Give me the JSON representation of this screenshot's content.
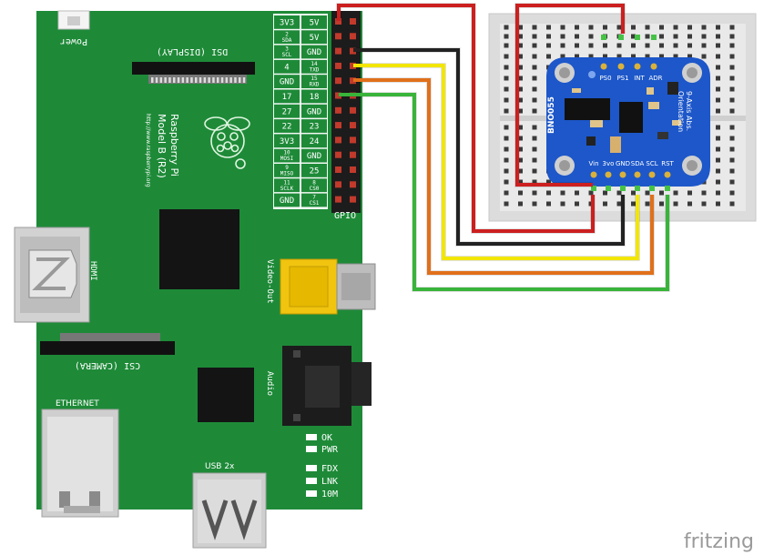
{
  "pi": {
    "power_label": "Power",
    "dsi_label": "DSI (DISPLAY)",
    "csi_label": "CSI (CAMERA)",
    "hdmi_label": "HDMI",
    "video_label": "Video-Out",
    "audio_label": "Audio",
    "ethernet_label": "ETHERNET",
    "usb_label": "USB 2x",
    "gpio_label": "GPIO",
    "brand_line1": "Raspberry Pi",
    "brand_line2": "Model B (R2)",
    "url": "http://www.raspberrypi.org",
    "leds": [
      "OK",
      "PWR",
      "FDX",
      "LNK",
      "10M"
    ],
    "gpio_rows": [
      {
        "left": "3V3",
        "left_sub": "",
        "right": "5V",
        "right_sub": ""
      },
      {
        "left": "2",
        "left_sub": "SDA",
        "right": "5V",
        "right_sub": ""
      },
      {
        "left": "3",
        "left_sub": "SCL",
        "right": "GND",
        "right_sub": ""
      },
      {
        "left": "4",
        "left_sub": "",
        "right": "14",
        "right_sub": "TXD"
      },
      {
        "left": "GND",
        "left_sub": "",
        "right": "15",
        "right_sub": "RXD"
      },
      {
        "left": "17",
        "left_sub": "",
        "right": "18",
        "right_sub": ""
      },
      {
        "left": "27",
        "left_sub": "",
        "right": "GND",
        "right_sub": ""
      },
      {
        "left": "22",
        "left_sub": "",
        "right": "23",
        "right_sub": ""
      },
      {
        "left": "3V3",
        "left_sub": "",
        "right": "24",
        "right_sub": ""
      },
      {
        "left": "10",
        "left_sub": "MOSI",
        "right": "GND",
        "right_sub": ""
      },
      {
        "left": "9",
        "left_sub": "MISO",
        "right": "25",
        "right_sub": ""
      },
      {
        "left": "11",
        "left_sub": "SCLK",
        "right": "8",
        "right_sub": "CS0"
      },
      {
        "left": "GND",
        "left_sub": "",
        "right": "7",
        "right_sub": "CS1"
      }
    ]
  },
  "sensor": {
    "name": "BNO055",
    "subtitle_line1": "9-Axis Abs.",
    "subtitle_line2": "Orientation",
    "top_pins": [
      "PS0",
      "PS1",
      "INT",
      "ADR"
    ],
    "bottom_pins": [
      "Vin",
      "3vo",
      "GND",
      "SDA",
      "SCL",
      "RST"
    ]
  },
  "wires": [
    {
      "name": "power-wire-red",
      "color": "#cc1f1f"
    },
    {
      "name": "ground-wire-black",
      "color": "#222222"
    },
    {
      "name": "sda-wire-yellow",
      "color": "#f2e600"
    },
    {
      "name": "scl-wire-orange",
      "color": "#e0701a"
    },
    {
      "name": "rst-wire-green",
      "color": "#39b43a"
    }
  ],
  "colors": {
    "board": "#1e8a38",
    "board_dark": "#16702c",
    "sensor": "#1d57c9",
    "breadboard": "#dedede"
  },
  "watermark": "fritzing"
}
